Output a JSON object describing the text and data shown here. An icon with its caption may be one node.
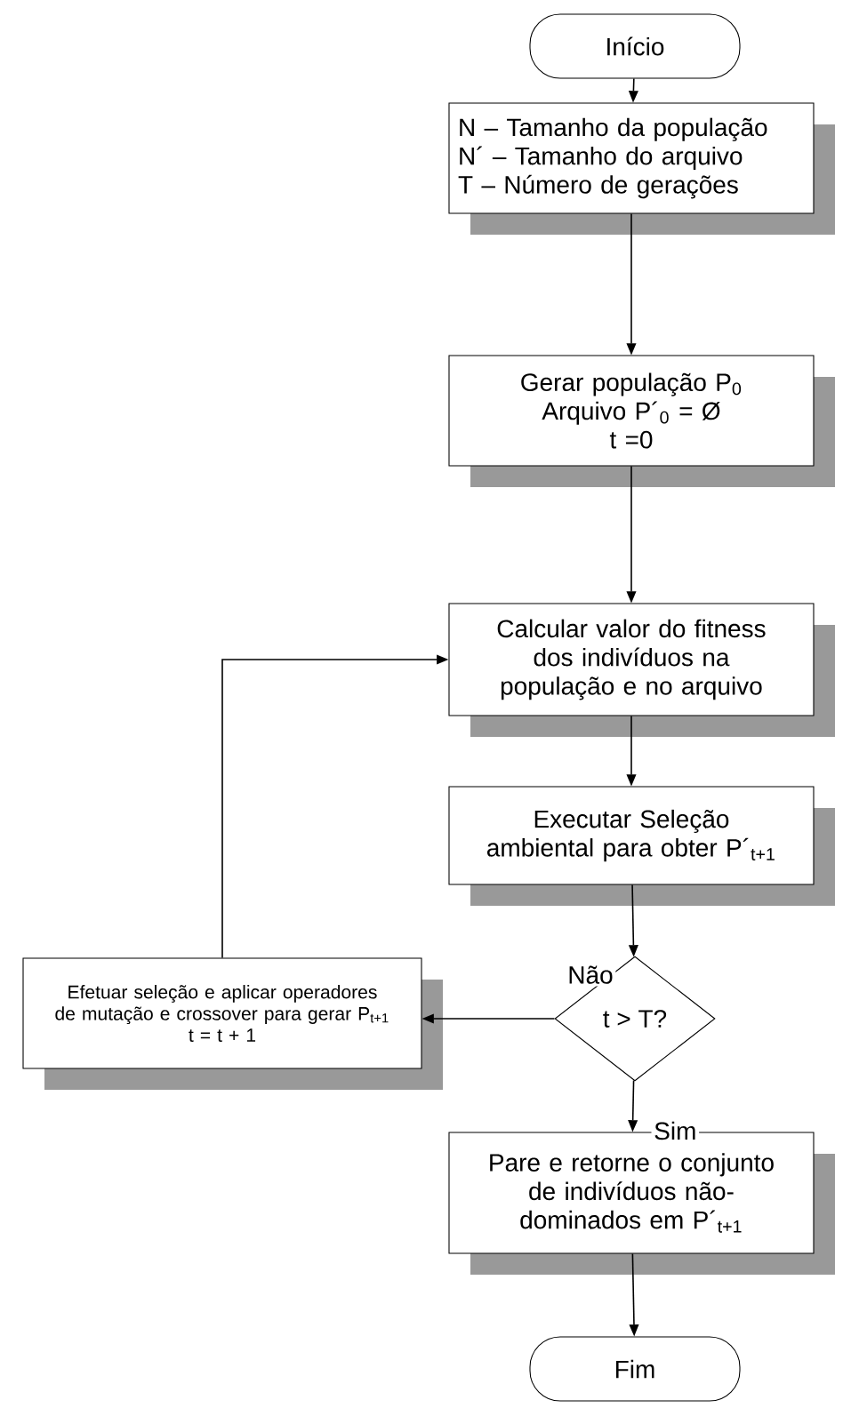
{
  "diagram": {
    "nodes": [
      {
        "text": [
          "Início"
        ]
      },
      {
        "text": [
          "N – Tamanho da população",
          "N´ – Tamanho do arquivo",
          "T – Número de gerações"
        ]
      },
      {
        "text": [
          "Gerar população P$_{0}$",
          "Arquivo P´$_{0}$ = Ø",
          "t =0"
        ]
      },
      {
        "text": [
          "Calcular valor do fitness dos indivíduos na população e no arquivo"
        ]
      },
      {
        "text": [
          "Executar Seleção ambiental para obter P´$_{t+1}$"
        ]
      },
      {
        "text": [
          "t > T?"
        ]
      },
      {
        "text": [
          "Efetuar seleção e aplicar operadores de mutação e crossover para gerar P$_{t+1}$",
          "t = t + 1"
        ]
      },
      {
        "text": [
          "Pare e retorne o conjunto de indivíduos não-dominados em P´$_{t+1}$"
        ]
      },
      {
        "text": [
          "Fim"
        ]
      }
    ],
    "edges": [
      {
        "from": 0,
        "to": 1,
        "arrow": "to"
      },
      {
        "from": 1,
        "to": 2,
        "arrow": "to"
      },
      {
        "from": 2,
        "to": 3,
        "arrow": "to"
      },
      {
        "from": 3,
        "to": 4,
        "arrow": "to"
      },
      {
        "from": 4,
        "to": 5,
        "arrow": "to"
      },
      {
        "from": 5,
        "to": 6,
        "arrow": "to",
        "label": "Não"
      },
      {
        "from": 5,
        "to": 7,
        "arrow": "to",
        "label": "Sim"
      },
      {
        "from": 6,
        "to": 3,
        "arrow": "to"
      },
      {
        "from": 7,
        "to": 8,
        "arrow": "to"
      }
    ]
  }
}
